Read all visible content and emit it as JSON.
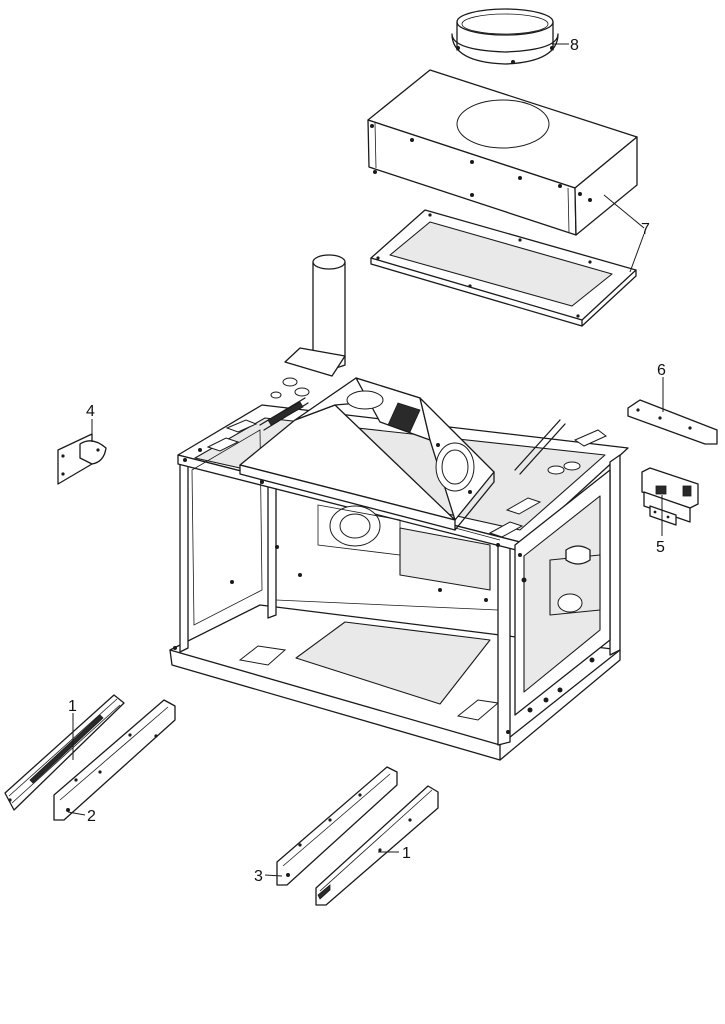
{
  "callouts": [
    {
      "id": "c8",
      "label": "8"
    },
    {
      "id": "c7",
      "label": "7"
    },
    {
      "id": "c6",
      "label": "6"
    },
    {
      "id": "c5",
      "label": "5"
    },
    {
      "id": "c4",
      "label": "4"
    },
    {
      "id": "c1a",
      "label": "1"
    },
    {
      "id": "c2",
      "label": "2"
    },
    {
      "id": "c3",
      "label": "3"
    },
    {
      "id": "c1b",
      "label": "1"
    }
  ]
}
